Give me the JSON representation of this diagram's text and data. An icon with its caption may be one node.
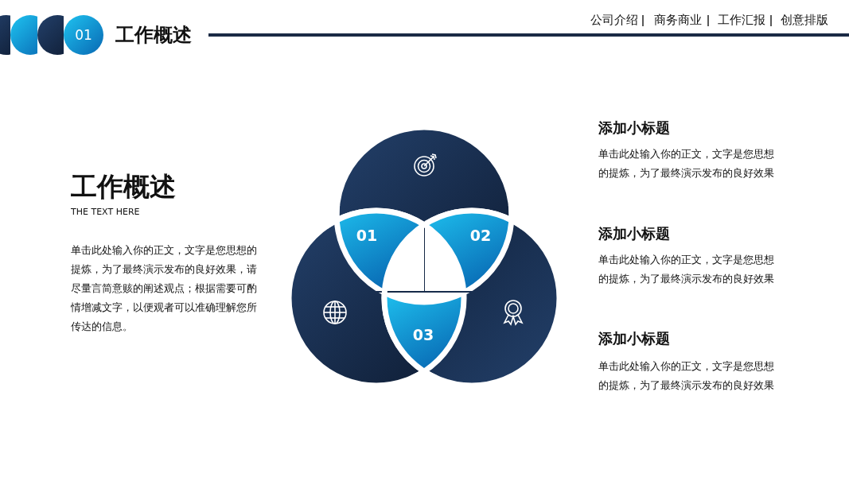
{
  "diagram": {
    "title": "工作概述",
    "nodes": [
      {
        "text": [],
        "shape": "circle"
      },
      {
        "text": [],
        "shape": "circle"
      },
      {
        "text": [],
        "shape": "circle"
      },
      {
        "text": [
          "01"
        ]
      },
      {
        "text": [
          "01"
        ]
      },
      {
        "text": [
          "02"
        ]
      },
      {
        "text": [
          "03"
        ]
      }
    ],
    "labels": [
      "公司介绍",
      "商务商业",
      "工作汇报",
      "创意排版",
      "工作概述",
      "THE TEXT HERE",
      "单击此处输入你的正文，文字是您思想的提炼，为了最终演示发布的良好效果，请尽量言简意赅的阐述观点；根据需要可酌情增减文字，以便观者可以准确理解您所传达的信息。",
      "添加小标题",
      "单击此处输入你的正文，文字是您思想的提炼，为了最终演示发布的良好效果",
      "添加小标题",
      "单击此处输入你的正文，文字是您思想的提炼，为了最终演示发布的良好效果",
      "添加小标题",
      "单击此处输入你的正文，文字是您思想的提炼，为了最终演示发布的良好效果"
    ]
  }
}
